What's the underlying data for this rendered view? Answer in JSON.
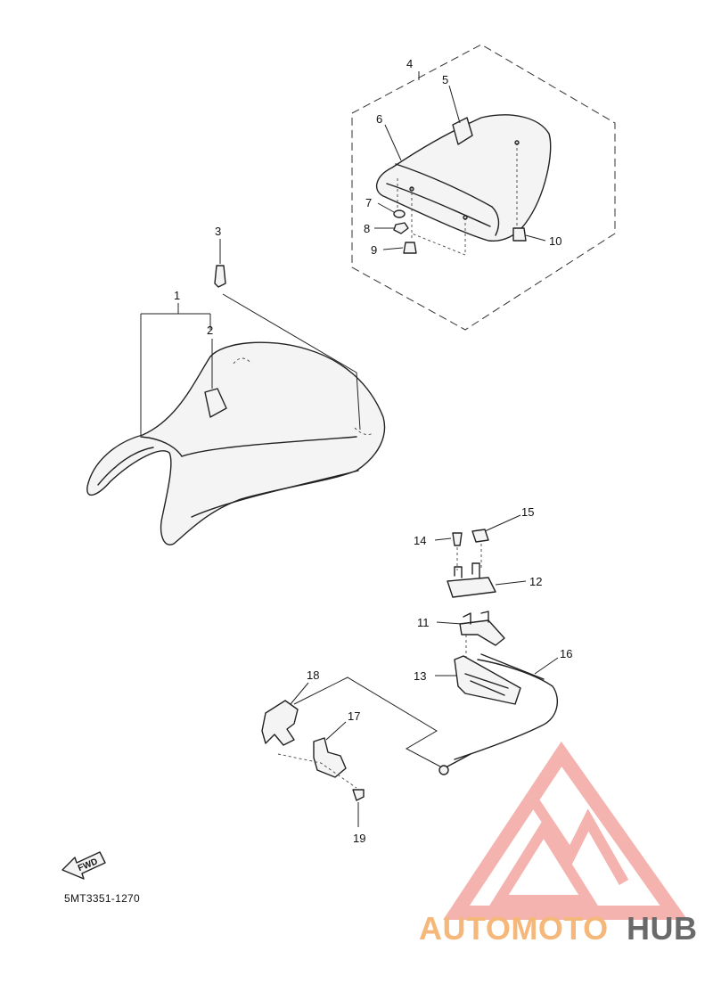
{
  "callouts": {
    "c1": "1",
    "c2": "2",
    "c3": "3",
    "c4": "4",
    "c5": "5",
    "c6": "6",
    "c7": "7",
    "c8": "8",
    "c9": "9",
    "c10": "10",
    "c11": "11",
    "c12": "12",
    "c13": "13",
    "c14": "14",
    "c15": "15",
    "c16": "16",
    "c17": "17",
    "c18": "18",
    "c19": "19"
  },
  "fwd_label": "FWD",
  "diagram_code": "5MT3351-1270",
  "logo": {
    "word_part1": "AUTOMOTO",
    "word_part2": "HUB",
    "color_primary": "#f3a6a0",
    "color_accent": "#f5b77a",
    "color_dark": "#6a6a6a"
  }
}
